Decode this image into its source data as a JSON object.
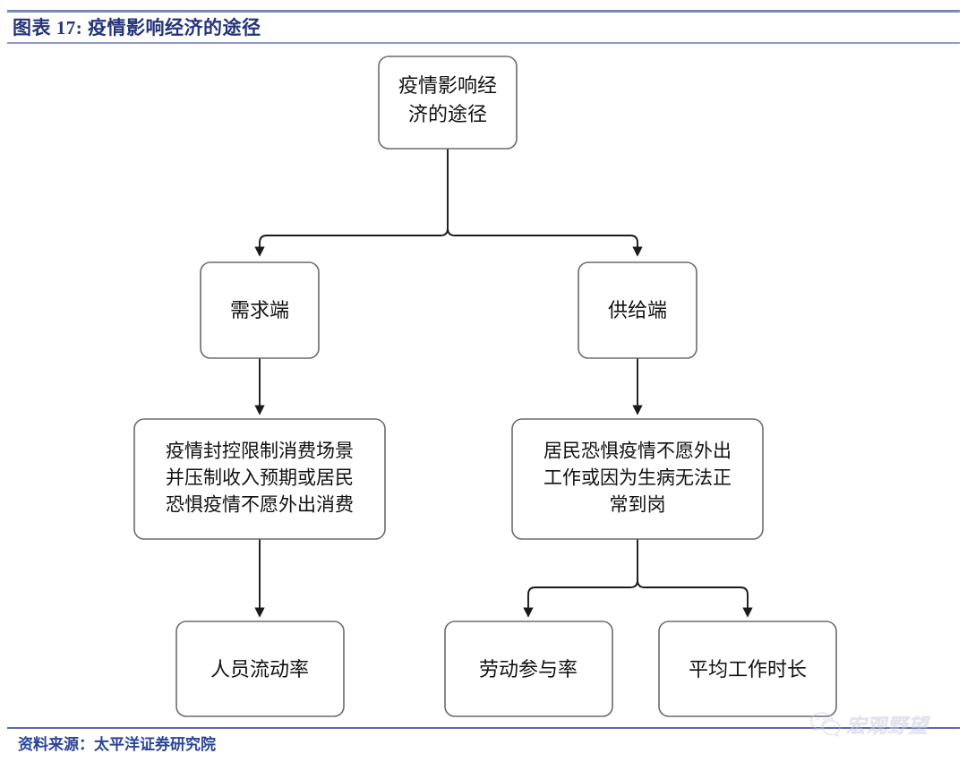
{
  "header": {
    "title": "图表 17: 疫情影响经济的途径",
    "rule_color": "#7a87b8",
    "title_color": "#26347a"
  },
  "footer": {
    "source": "资料来源：太平洋证券研究院",
    "rule_color": "#5c6aa8",
    "text_color": "#2b4596"
  },
  "watermark": {
    "label": "宏观野望",
    "icon": "wechat-icon",
    "color": "#c9cedf"
  },
  "diagram": {
    "type": "flowchart",
    "node_border_color": "#6b6b6b",
    "node_fill_color": "#ffffff",
    "connector_color": "#1a1a1a",
    "nodes": {
      "root": {
        "id": "root",
        "label_line1": "疫情影响经",
        "label_line2": "济的途径"
      },
      "demand": {
        "id": "demand",
        "label": "需求端"
      },
      "supply": {
        "id": "supply",
        "label": "供给端"
      },
      "demand_detail": {
        "id": "demand-detail",
        "label_line1": "疫情封控限制消费场景",
        "label_line2": "并压制收入预期或居民",
        "label_line3": "恐惧疫情不愿外出消费"
      },
      "supply_detail": {
        "id": "supply-detail",
        "label_line1": "居民恐惧疫情不愿外出",
        "label_line2": "工作或因为生病无法正",
        "label_line3": "常到岗"
      },
      "mobility": {
        "id": "mobility",
        "label": "人员流动率"
      },
      "participation": {
        "id": "participation",
        "label": "劳动参与率"
      },
      "hours": {
        "id": "hours",
        "label": "平均工作时长"
      }
    },
    "edges": [
      {
        "from": "root",
        "to": "demand"
      },
      {
        "from": "root",
        "to": "supply"
      },
      {
        "from": "demand",
        "to": "demand_detail"
      },
      {
        "from": "supply",
        "to": "supply_detail"
      },
      {
        "from": "demand_detail",
        "to": "mobility"
      },
      {
        "from": "supply_detail",
        "to": "participation"
      },
      {
        "from": "supply_detail",
        "to": "hours"
      }
    ]
  }
}
